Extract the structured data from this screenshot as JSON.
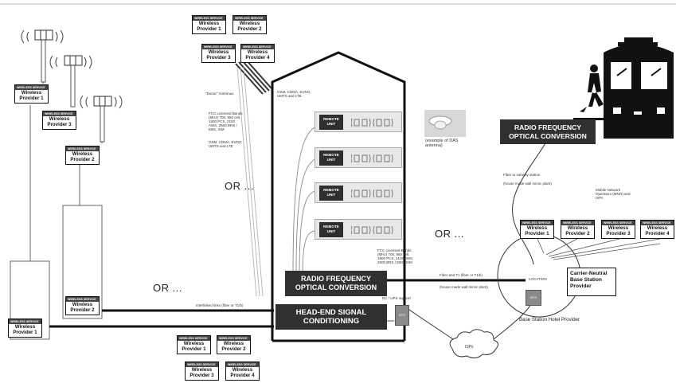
{
  "colors": {
    "box_dark": "#303030",
    "line": "#111111",
    "panel_grey": "#e8e8e8"
  },
  "wp": {
    "badge": "WIRELESS SERVICE",
    "word": "Wireless",
    "p1": "Provider 1",
    "p2": "Provider 2",
    "p3": "Provider 3",
    "p4": "Provider 4"
  },
  "annotations": {
    "donor": "\"Donor\" Antennas",
    "gsm_top": "GSM, CDMA, EVDO, UMTS and LTE",
    "fcc_left": "FCC Licensed Bands (MHz) 700, 850 cell, 1900 PCS, 2100 AWS, 2500 BRS / EBS, ISM",
    "gsm_left": "GSM, CDMA, EVDO, UMTS and LTE",
    "das_example": "(example of DAS antenna)",
    "fiber_subway": "Fiber to subway station",
    "house_made_1": "(house made wall mimic plant)",
    "mno": "Mobile Network Operators (MNO) and ISPs",
    "fcc_right": "FCC Licensed Bands (MHz) 700, 850 cell, 1900 PCS, 2100 AWS, 2500 BRS / EBS, ISM",
    "fiber_or_t1": "Fiber and T1 (fiber or T1/b)",
    "house_made_2": "(house made wall mimic plant)",
    "dc_support": "DC / UPS support",
    "interlinks": "Interlinked links (fiber or T1/b)",
    "location": "LOCATION",
    "cloud": "ISPs"
  },
  "labels": {
    "remote_unit": "REMOTE UNIT",
    "rf_optical": "RADIO FREQUENCY OPTICAL CONVERSION",
    "headend": "HEAD-END SIGNAL CONDITIONING",
    "rf_optical_right": "RADIO FREQUENCY OPTICAL CONVERSION",
    "carrier_neutral": "Carrier-Neutral Base Station Provider",
    "bs_hotel": "Base Station Hotel Provider",
    "or": "OR ...",
    "bts": "BTS"
  }
}
